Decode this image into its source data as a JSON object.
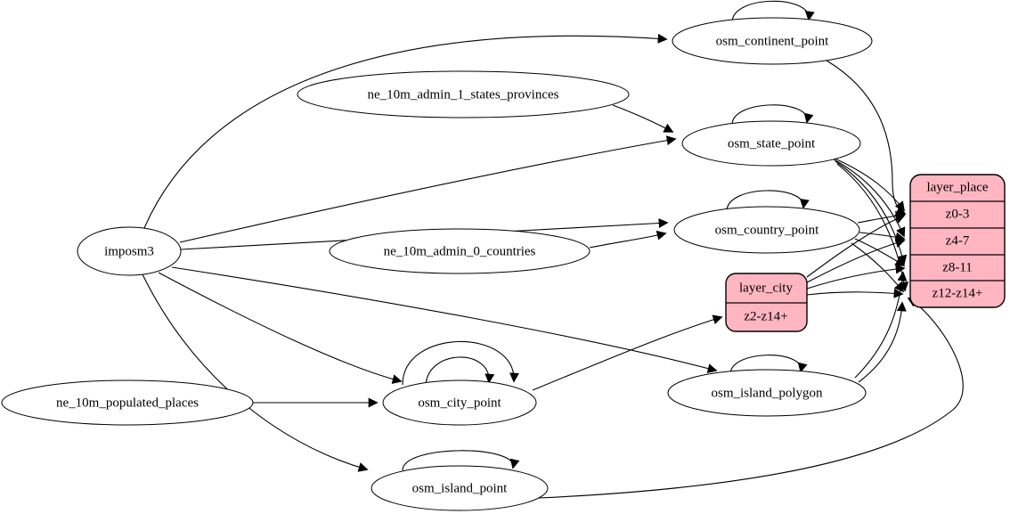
{
  "diagram": {
    "type": "etl-dependency-graph",
    "colors": {
      "background": "#ffffff",
      "node_fill": "#ffffff",
      "record_fill": "#ffb6c1",
      "stroke": "#000000"
    },
    "nodes": {
      "imposm3": {
        "label": "imposm3"
      },
      "ne_10m_admin_1_states_provinces": {
        "label": "ne_10m_admin_1_states_provinces"
      },
      "ne_10m_admin_0_countries": {
        "label": "ne_10m_admin_0_countries"
      },
      "ne_10m_populated_places": {
        "label": "ne_10m_populated_places"
      },
      "osm_continent_point": {
        "label": "osm_continent_point"
      },
      "osm_state_point": {
        "label": "osm_state_point"
      },
      "osm_country_point": {
        "label": "osm_country_point"
      },
      "osm_city_point": {
        "label": "osm_city_point"
      },
      "osm_island_polygon": {
        "label": "osm_island_polygon"
      },
      "osm_island_point": {
        "label": "osm_island_point"
      }
    },
    "records": {
      "layer_place": {
        "title": "layer_place",
        "rows": [
          "z0-3",
          "z4-7",
          "z8-11",
          "z12-z14+"
        ]
      },
      "layer_city": {
        "title": "layer_city",
        "rows": [
          "z2-z14+"
        ]
      }
    },
    "edges": [
      {
        "from": "imposm3",
        "to": "osm_continent_point"
      },
      {
        "from": "imposm3",
        "to": "osm_state_point"
      },
      {
        "from": "imposm3",
        "to": "osm_country_point"
      },
      {
        "from": "imposm3",
        "to": "osm_city_point"
      },
      {
        "from": "imposm3",
        "to": "osm_island_polygon"
      },
      {
        "from": "imposm3",
        "to": "osm_island_point"
      },
      {
        "from": "ne_10m_admin_1_states_provinces",
        "to": "osm_state_point"
      },
      {
        "from": "ne_10m_admin_0_countries",
        "to": "osm_country_point"
      },
      {
        "from": "ne_10m_populated_places",
        "to": "osm_city_point"
      },
      {
        "from": "osm_continent_point",
        "to": "osm_continent_point",
        "note": "self-loop"
      },
      {
        "from": "osm_state_point",
        "to": "osm_state_point",
        "note": "self-loop"
      },
      {
        "from": "osm_country_point",
        "to": "osm_country_point",
        "note": "self-loop"
      },
      {
        "from": "osm_city_point",
        "to": "osm_city_point",
        "note": "self-loop-outer"
      },
      {
        "from": "osm_city_point",
        "to": "osm_city_point",
        "note": "self-loop-inner"
      },
      {
        "from": "osm_island_polygon",
        "to": "osm_island_polygon",
        "note": "self-loop"
      },
      {
        "from": "osm_island_point",
        "to": "osm_island_point",
        "note": "self-loop"
      },
      {
        "from": "osm_continent_point",
        "to": "layer_place",
        "port": "z0-3"
      },
      {
        "from": "osm_state_point",
        "to": "layer_place",
        "port": "z0-3"
      },
      {
        "from": "osm_state_point",
        "to": "layer_place",
        "port": "z4-7"
      },
      {
        "from": "osm_state_point",
        "to": "layer_place",
        "port": "z8-11"
      },
      {
        "from": "osm_state_point",
        "to": "layer_place",
        "port": "z12-z14+"
      },
      {
        "from": "osm_country_point",
        "to": "layer_place",
        "port": "z0-3"
      },
      {
        "from": "osm_country_point",
        "to": "layer_place",
        "port": "z4-7"
      },
      {
        "from": "osm_country_point",
        "to": "layer_place",
        "port": "z8-11"
      },
      {
        "from": "osm_country_point",
        "to": "layer_place",
        "port": "z12-z14+"
      },
      {
        "from": "osm_city_point",
        "to": "layer_city",
        "port": "z2-z14+"
      },
      {
        "from": "layer_city",
        "to": "layer_place",
        "port": "z0-3"
      },
      {
        "from": "layer_city",
        "to": "layer_place",
        "port": "z4-7"
      },
      {
        "from": "layer_city",
        "to": "layer_place",
        "port": "z8-11"
      },
      {
        "from": "layer_city",
        "to": "layer_place",
        "port": "z12-z14+"
      },
      {
        "from": "osm_island_polygon",
        "to": "layer_place",
        "port": "z8-11"
      },
      {
        "from": "osm_island_polygon",
        "to": "layer_place",
        "port": "z12-z14+"
      },
      {
        "from": "osm_island_point",
        "to": "layer_place",
        "port": "z12-z14+"
      }
    ]
  }
}
